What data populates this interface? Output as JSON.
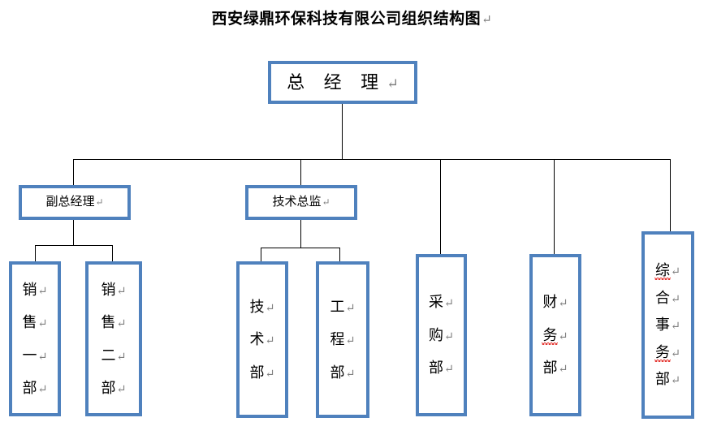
{
  "document": {
    "title": "西安绿鼎环保科技有限公司组织结构图",
    "pilcrow": "↵"
  },
  "colors": {
    "box_border": "#4F81BD",
    "connector": "#000000",
    "text": "#000000",
    "spellcheck_underline": "#E53935",
    "page_background": "#FFFFFF"
  },
  "org_chart": {
    "type": "organization-chart",
    "root": {
      "id": "general-manager",
      "label": "总 经 理",
      "label_plain": "总经理"
    },
    "level2": [
      {
        "id": "deputy-general-manager",
        "label": "副总经理"
      },
      {
        "id": "technical-director",
        "label": "技术总监"
      }
    ],
    "level3": [
      {
        "id": "sales-dept-1",
        "chars": [
          "销",
          "售",
          "一",
          "部"
        ],
        "parent": "deputy-general-manager",
        "misspelled": []
      },
      {
        "id": "sales-dept-2",
        "chars": [
          "销",
          "售",
          "二",
          "部"
        ],
        "parent": "deputy-general-manager",
        "misspelled": []
      },
      {
        "id": "technology-dept",
        "chars": [
          "技",
          "术",
          "部"
        ],
        "parent": "technical-director",
        "misspelled": []
      },
      {
        "id": "engineering-dept",
        "chars": [
          "工",
          "程",
          "部"
        ],
        "parent": "technical-director",
        "misspelled": []
      },
      {
        "id": "procurement-dept",
        "chars": [
          "采",
          "购",
          "部"
        ],
        "parent": "general-manager",
        "misspelled": []
      },
      {
        "id": "finance-dept",
        "chars": [
          "财",
          "务",
          "部"
        ],
        "parent": "general-manager",
        "misspelled": [
          "务"
        ]
      },
      {
        "id": "general-affairs-dept",
        "chars": [
          "综",
          "合",
          "事",
          "务",
          "部"
        ],
        "parent": "general-manager",
        "misspelled": [
          "综",
          "务"
        ]
      }
    ]
  }
}
